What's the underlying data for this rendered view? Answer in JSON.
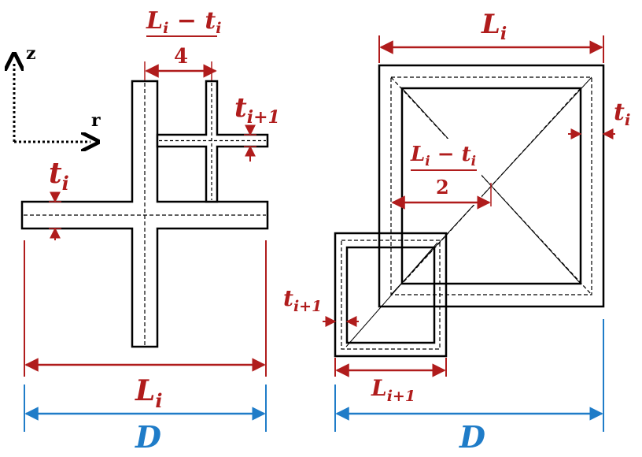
{
  "axes": {
    "z": "z",
    "r": "r"
  },
  "left": {
    "frac_num": "L",
    "frac_num_sub": "i",
    "frac_minus": " − t",
    "frac_minus_sub": "i",
    "frac_den": "4",
    "t_small": "t",
    "t_small_sub": "i+1",
    "t_big": "t",
    "t_big_sub": "i",
    "L": "L",
    "L_sub": "i",
    "D": "D"
  },
  "right": {
    "L_top": "L",
    "L_top_sub": "i",
    "t_right": "t",
    "t_right_sub": "i",
    "half_num": "L",
    "half_num_sub": "i",
    "half_minus": " − t",
    "half_minus_sub": "i",
    "half_den": "2",
    "t_small": "t",
    "t_small_sub": "i+1",
    "L_small": "L",
    "L_small_sub": "i+1",
    "D": "D"
  },
  "colors": {
    "dimension": "#b01c1c",
    "overall": "#1f7cc8",
    "outline": "#000000"
  }
}
